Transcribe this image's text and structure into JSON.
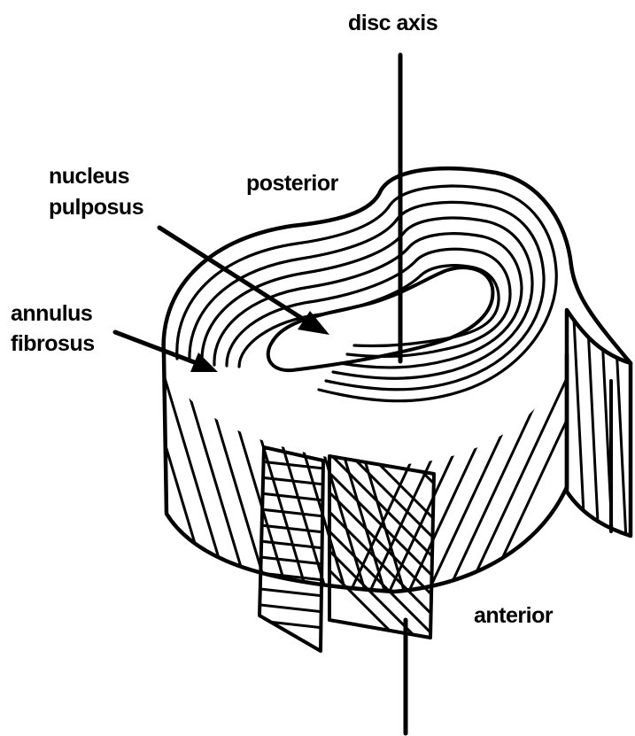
{
  "labels": {
    "axis": "disc axis",
    "posterior": "posterior",
    "nucleus_line1": "nucleus",
    "nucleus_line2": "pulposus",
    "annulus_line1": "annulus",
    "annulus_line2": "fibrosus",
    "anterior": "anterior"
  },
  "colors": {
    "ink": "#000000",
    "paper": "#ffffff"
  }
}
